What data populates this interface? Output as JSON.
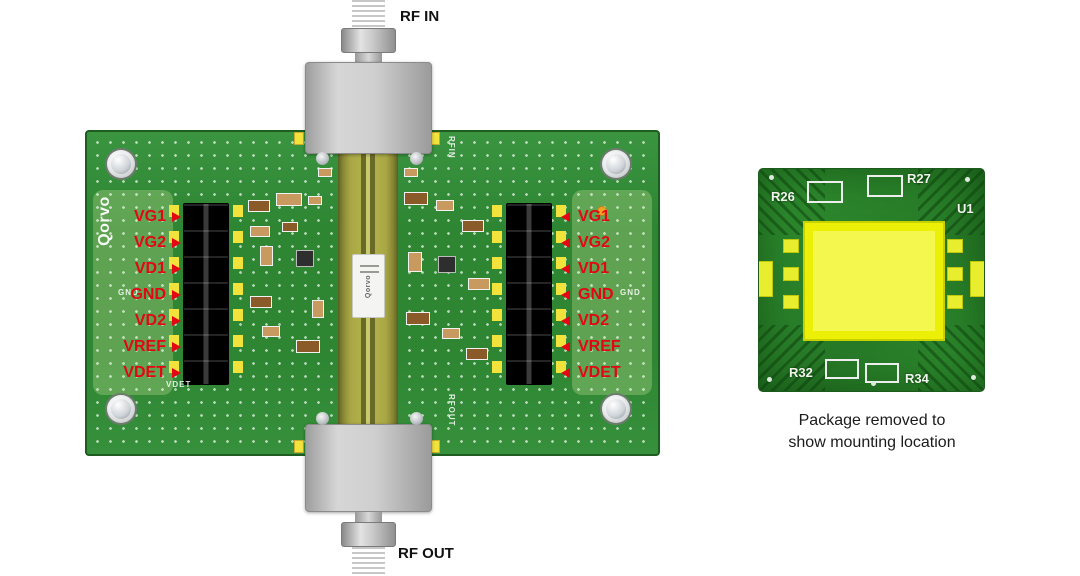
{
  "annotations": {
    "rf_in": "RF IN",
    "rf_out": "RF OUT"
  },
  "pins": [
    "VG1",
    "VG2",
    "VD1",
    "GND",
    "VD2",
    "VREF",
    "VDET"
  ],
  "board": {
    "logo": "Qorvo",
    "chip_text": "Qorvo",
    "silk_rfin": "RFIN",
    "silk_rfout": "RFOUT",
    "silk_gnd": "GND",
    "silk_vdet": "VDET"
  },
  "closeup": {
    "refs": {
      "r26": "R26",
      "r27": "R27",
      "u1": "U1",
      "r32": "R32",
      "r34": "R34"
    },
    "caption_line1": "Package removed to",
    "caption_line2": "show mounting location"
  },
  "colors": {
    "label_red": "#e30613",
    "pcb_green": "#2f8a33",
    "pad_yellow": "#f2e23c",
    "closeup_pad": "#ecf007"
  }
}
